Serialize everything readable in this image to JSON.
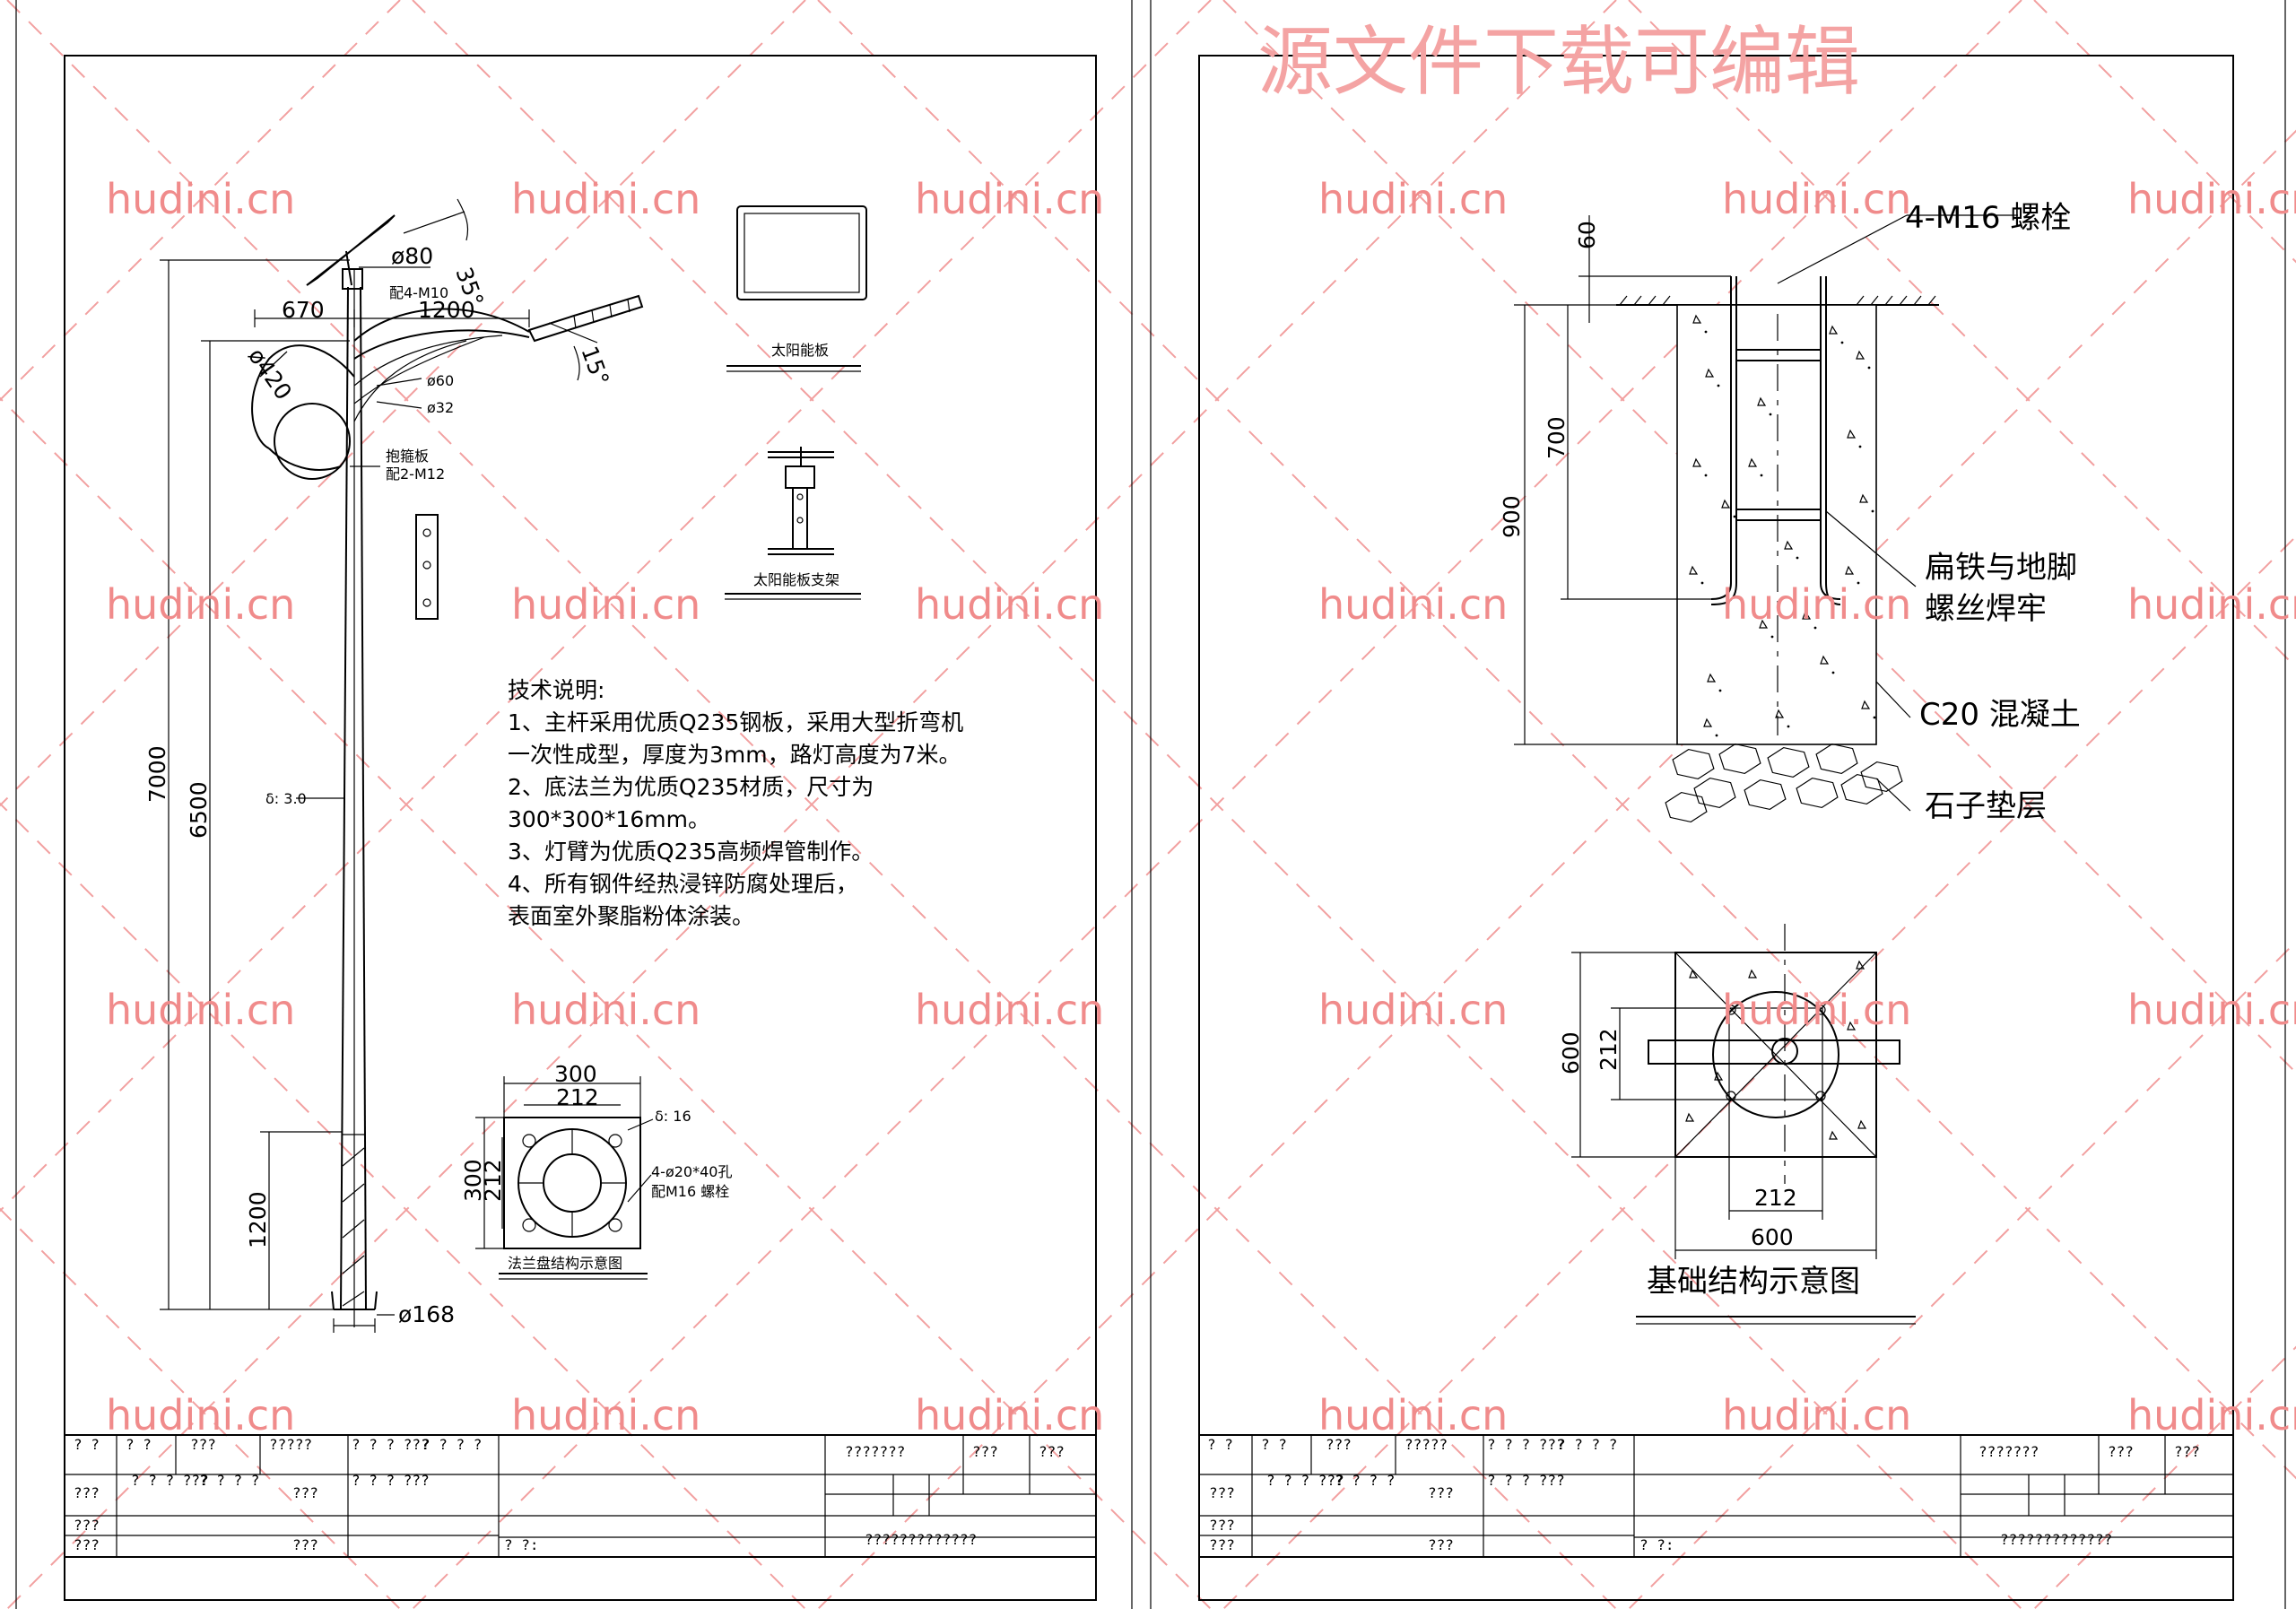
{
  "banner": "源文件下载可编辑",
  "watermark": "hudini.cn",
  "pole": {
    "dims": {
      "d80": "ø80",
      "angle35": "35°",
      "bolt_note": "配4-M10",
      "d670": "670",
      "d1200_arm": "1200",
      "d420": "ø420",
      "angle15": "15°",
      "d60": "ø60",
      "d32": "ø32",
      "clamp_note1": "抱箍板",
      "clamp_note2": "配2-M12",
      "wall": "δ: 3.0",
      "h7000": "7000",
      "h6500": "6500",
      "h1200": "1200",
      "d168": "ø168"
    }
  },
  "solar_panel": {
    "label": "太阳能板"
  },
  "solar_bracket": {
    "label": "太阳能板支架"
  },
  "tech_notes": {
    "title": "技术说明:",
    "lines": [
      "1、主杆采用优质Q235钢板，采用大型折弯机",
      "一次性成型，厚度为3mm，路灯高度为7米。",
      "2、底法兰为优质Q235材质，尺寸为",
      "300*300*16mm。",
      "3、灯臂为优质Q235高频焊管制作。",
      "4、所有钢件经热浸锌防腐处理后，",
      "表面室外聚脂粉体涂装。"
    ]
  },
  "flange": {
    "label": "法兰盘结构示意图",
    "d300_top": "300",
    "d212_top": "212",
    "thickness": "δ: 16",
    "d300_side": "300",
    "d212_side": "212",
    "hole_note": "4-ø20*40孔",
    "bolt_note": "配M16 螺栓"
  },
  "foundation": {
    "bolt_label": "4-M16 螺栓",
    "weld_label_1": "扁铁与地脚",
    "weld_label_2": "螺丝焊牢",
    "concrete_label": "C20 混凝土",
    "gravel_label": "石子垫层",
    "d60": "60",
    "d700": "700",
    "d900": "900",
    "plan_d600_v": "600",
    "plan_d212_v": "212",
    "plan_d212_h": "212",
    "plan_d600_h": "600",
    "title": "基础结构示意图"
  },
  "title_block": {
    "q2": "? ?",
    "q3": "???",
    "q5": "?????",
    "q7": "? ? ? ???",
    "q4s": "? ? ? ?",
    "q7long": "???????",
    "q_p": "? ?:",
    "q_long": "?????????????"
  }
}
